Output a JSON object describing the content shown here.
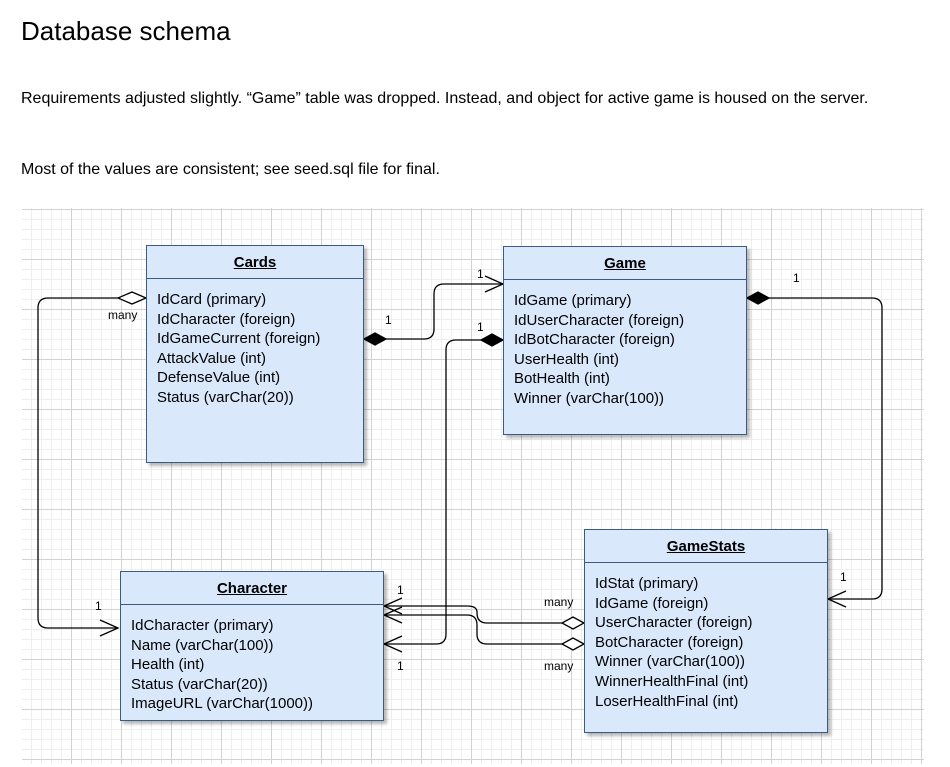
{
  "header": {
    "title": "Database schema"
  },
  "notes": {
    "paragraph1": "Requirements adjusted slightly. “Game” table was dropped. Instead, and object for active game is housed on the server.",
    "paragraph2": "Most of the values are consistent; see seed.sql file for final."
  },
  "entities": {
    "cards": {
      "name": "Cards",
      "fields": [
        "IdCard (primary)",
        "IdCharacter (foreign)",
        "IdGameCurrent (foreign)",
        "AttackValue (int)",
        "DefenseValue (int)",
        "Status (varChar(20))"
      ]
    },
    "game": {
      "name": "Game",
      "fields": [
        "IdGame (primary)",
        "IdUserCharacter (foreign)",
        "IdBotCharacter (foreign)",
        "UserHealth (int)",
        "BotHealth (int)",
        "Winner (varChar(100))"
      ]
    },
    "character": {
      "name": "Character",
      "fields": [
        "IdCharacter (primary)",
        "Name (varChar(100))",
        "Health (int)",
        "Status (varChar(20))",
        "ImageURL (varChar(1000))"
      ]
    },
    "gamestats": {
      "name": "GameStats",
      "fields": [
        "IdStat (primary)",
        "IdGame (foreign)",
        "UserCharacter (foreign)",
        "BotCharacter (foreign)",
        "Winner (varChar(100))",
        "WinnerHealthFinal (int)",
        "LoserHealthFinal (int)"
      ]
    }
  },
  "connector_labels": {
    "cards_many": "many",
    "character_one_left": "1",
    "cards_game_source": "1",
    "cards_game_target": "1",
    "game_character_source": "1",
    "game_gamestats_source": "1",
    "gamestats_one_right": "1",
    "character_one_top": "1",
    "character_one_bottom": "1",
    "gamestats_many_top": "many",
    "gamestats_many_bottom": "many"
  },
  "colors": {
    "entity_fill": "#dae8fc",
    "entity_border": "#3b5a86",
    "connector": "#000000"
  }
}
